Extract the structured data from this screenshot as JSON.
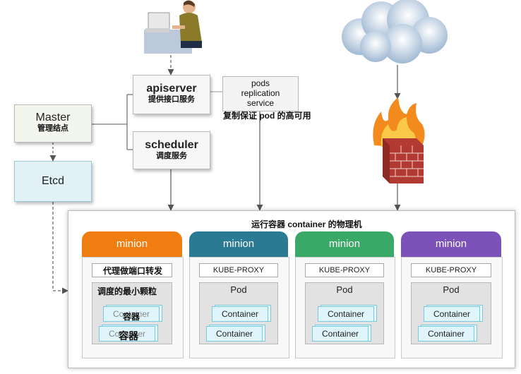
{
  "nodes": {
    "master": {
      "title": "Master",
      "subtitle": "管理结点"
    },
    "etcd": {
      "title": "Etcd"
    },
    "apiserver": {
      "title": "apiserver",
      "subtitle": "提供接口服务"
    },
    "scheduler": {
      "title": "scheduler",
      "subtitle": "调度服务"
    },
    "pods_replication": {
      "line1": "pods",
      "line2": "replication",
      "line3": "service",
      "subtitle": "复制保证 pod 的高可用"
    }
  },
  "cluster_caption": "运行容器 container 的物理机",
  "minions": [
    {
      "label": "minion",
      "color": "#f07d0f",
      "proxy": "代理做端口转发",
      "pod": "调度的最小颗粒",
      "containers": [
        "Container",
        "Container"
      ],
      "container_notes": [
        "容器",
        "容器"
      ]
    },
    {
      "label": "minion",
      "color": "#2b7a93",
      "proxy": "KUBE-PROXY",
      "pod": "Pod",
      "containers": [
        "Container",
        "Container"
      ]
    },
    {
      "label": "minion",
      "color": "#3aa866",
      "proxy": "KUBE-PROXY",
      "pod": "Pod",
      "containers": [
        "Container",
        "Container"
      ]
    },
    {
      "label": "minion",
      "color": "#7d52b8",
      "proxy": "KUBE-PROXY",
      "pod": "Pod",
      "containers": [
        "Container",
        "Container"
      ]
    }
  ],
  "icons": [
    "person-at-computer-icon",
    "cloud-icon",
    "firewall-icon"
  ]
}
